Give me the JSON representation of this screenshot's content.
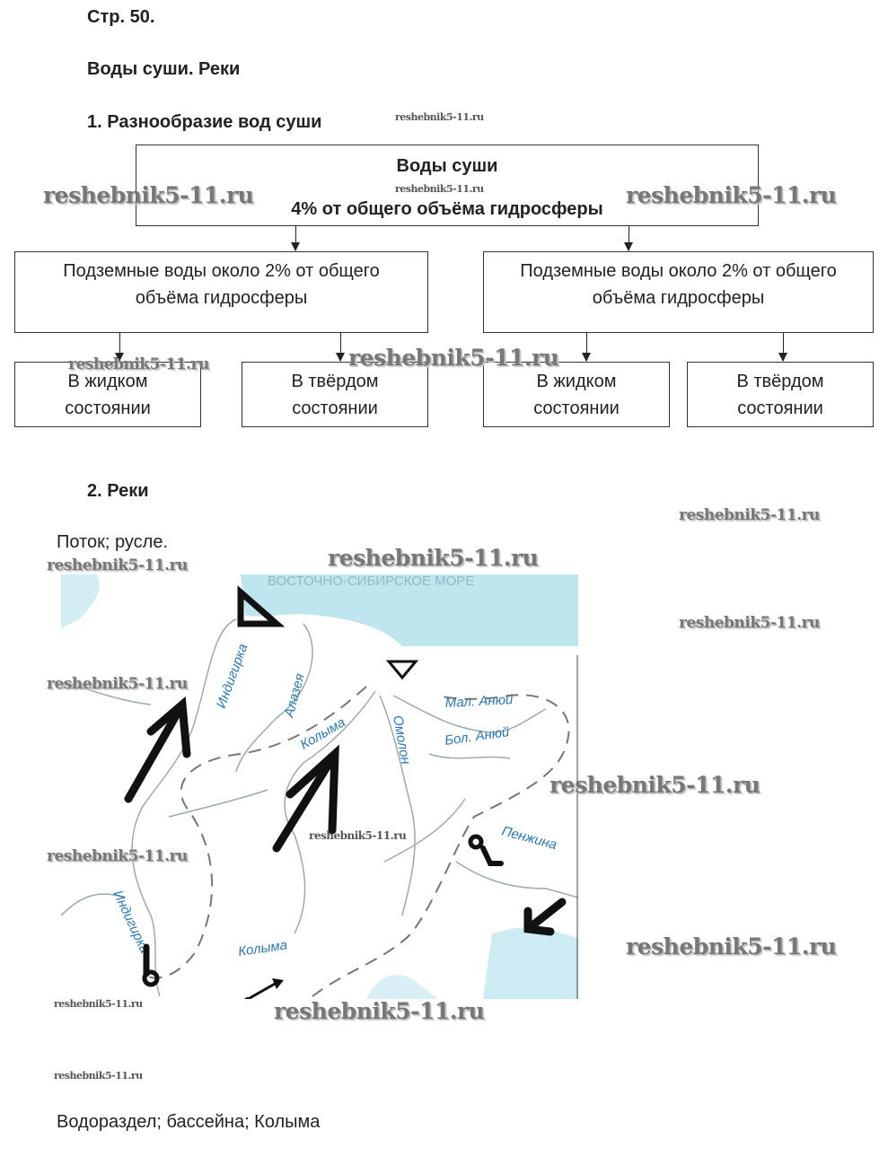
{
  "page": "Стр. 50.",
  "topic": "Воды суши. Реки",
  "section1": {
    "title": "1. Разнообразие вод суши",
    "root_box": {
      "title": "Воды суши",
      "subtitle": "4% от общего объёма гидросферы"
    },
    "level2": [
      {
        "text": "Подземные воды около 2% от общего объёма гидросферы"
      },
      {
        "text": "Подземные воды около 2% от общего объёма гидросферы"
      }
    ],
    "level3": [
      {
        "text": "В жидком состоянии"
      },
      {
        "text": "В твёрдом состоянии"
      },
      {
        "text": "В жидком состоянии"
      },
      {
        "text": "В твёрдом состоянии"
      }
    ]
  },
  "section2": {
    "title": "2. Реки",
    "answer1": "Поток; русле.",
    "answer2": "Водораздел; бассейна; Колыма",
    "map": {
      "sea_label": "ВОСТОЧНО-СИБИРСКОЕ МОРЕ",
      "labels": [
        "Индигирка",
        "Алазея",
        "Колыма",
        "Омолон",
        "Мал. Анюй",
        "Бол. Анюй",
        "Пенжина",
        "Индигирка",
        "Колыма"
      ]
    }
  },
  "watermark": "reshebnik5-11.ru"
}
